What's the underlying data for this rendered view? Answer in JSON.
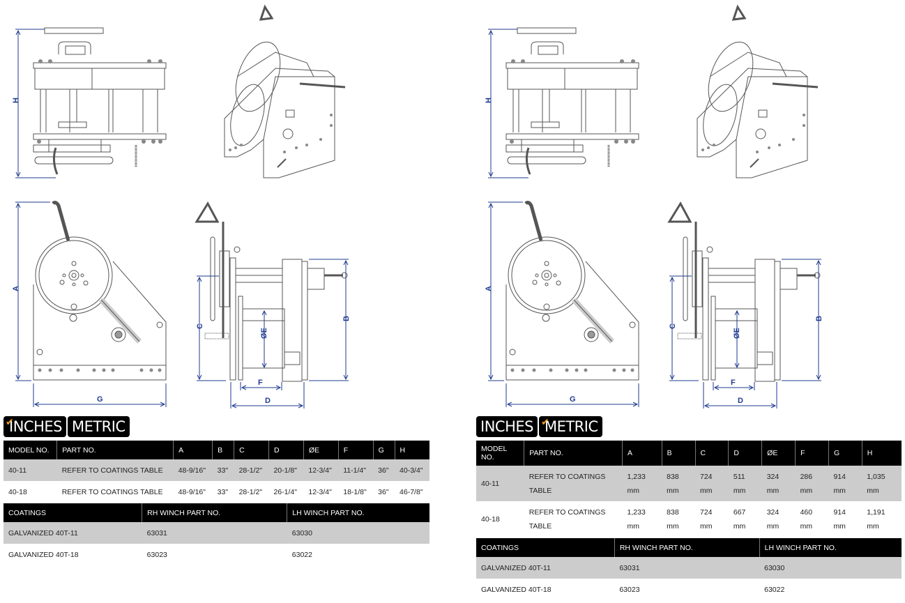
{
  "accent_colors": {
    "checkmark": "#f39a1e",
    "dimension_lines": "#1e3a8f",
    "table_header_bg": "#000000",
    "shaded_row_bg": "#cccccc"
  },
  "drawings": {
    "views": [
      "top-view",
      "isometric-view",
      "side-view",
      "front-view"
    ],
    "dimension_labels": {
      "H": "H",
      "A": "A",
      "G": "G",
      "C": "C",
      "E": "ØE",
      "F": "F",
      "D": "D",
      "B": "B"
    }
  },
  "panels": [
    {
      "unit_tabs": [
        {
          "label": "INCHES",
          "selected": true,
          "check_icon": "✔"
        },
        {
          "label": "METRIC",
          "selected": false,
          "check_icon": ""
        }
      ],
      "dims_table": {
        "headers": [
          "MODEL NO.",
          "PART NO.",
          "A",
          "B",
          "C",
          "D",
          "ØE",
          "F",
          "G",
          "H"
        ],
        "rows": [
          [
            "40-11",
            "REFER TO COATINGS TABLE",
            "48-9/16\"",
            "33\"",
            "28-1/2\"",
            "20-1/8\"",
            "12-3/4\"",
            "11-1/4\"",
            "36\"",
            "40-3/4\""
          ],
          [
            "40-18",
            "REFER TO COATINGS TABLE",
            "48-9/16\"",
            "33\"",
            "28-1/2\"",
            "26-1/4\"",
            "12-3/4\"",
            "18-1/8\"",
            "36\"",
            "46-7/8\""
          ]
        ]
      },
      "coatings_table": {
        "headers": [
          "COATINGS",
          "RH WINCH PART NO.",
          "LH WINCH PART NO."
        ],
        "rows": [
          [
            "GALVANIZED 40T-11",
            "63031",
            "63030"
          ],
          [
            "GALVANIZED 40T-18",
            "63023",
            "63022"
          ]
        ]
      }
    },
    {
      "unit_tabs": [
        {
          "label": "INCHES",
          "selected": false,
          "check_icon": ""
        },
        {
          "label": "METRIC",
          "selected": true,
          "check_icon": "✔"
        }
      ],
      "dims_table": {
        "headers": [
          "MODEL NO.",
          "PART NO.",
          "A",
          "B",
          "C",
          "D",
          "ØE",
          "F",
          "G",
          "H"
        ],
        "rows": [
          [
            "40-11",
            "REFER TO COATINGS TABLE",
            "1,233 mm",
            "838 mm",
            "724 mm",
            "511 mm",
            "324 mm",
            "286 mm",
            "914 mm",
            "1,035 mm"
          ],
          [
            "40-18",
            "REFER TO COATINGS TABLE",
            "1,233 mm",
            "838 mm",
            "724 mm",
            "667 mm",
            "324 mm",
            "460 mm",
            "914 mm",
            "1,191 mm"
          ]
        ]
      },
      "coatings_table": {
        "headers": [
          "COATINGS",
          "RH WINCH PART NO.",
          "LH WINCH PART NO."
        ],
        "rows": [
          [
            "GALVANIZED 40T-11",
            "63031",
            "63030"
          ],
          [
            "GALVANIZED 40T-18",
            "63023",
            "63022"
          ]
        ]
      }
    }
  ]
}
